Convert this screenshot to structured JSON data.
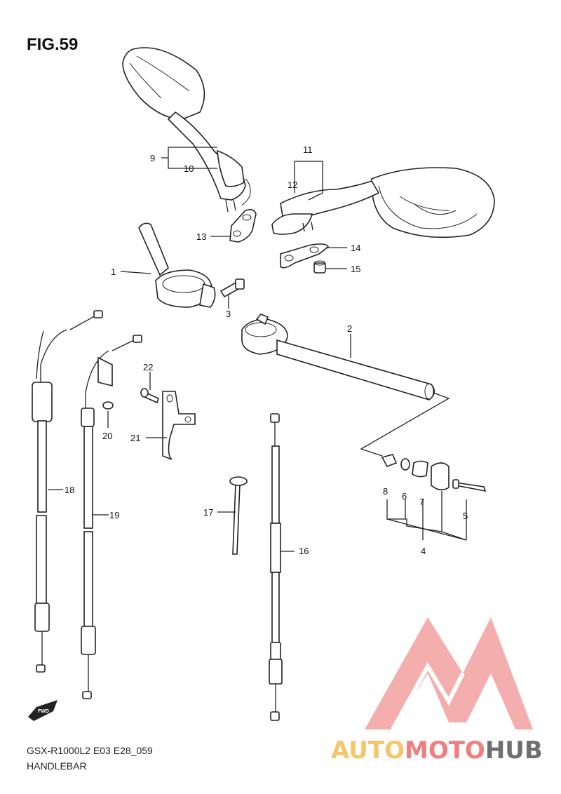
{
  "figure": {
    "title": "FIG.59",
    "model_code": "GSX-R1000L2 E03 E28_059",
    "name": "HANDLEBAR"
  },
  "callouts": [
    {
      "id": "c1",
      "label": "1"
    },
    {
      "id": "c2",
      "label": "2"
    },
    {
      "id": "c3",
      "label": "3"
    },
    {
      "id": "c4",
      "label": "4"
    },
    {
      "id": "c5",
      "label": "5"
    },
    {
      "id": "c6",
      "label": "6"
    },
    {
      "id": "c7",
      "label": "7"
    },
    {
      "id": "c8",
      "label": "8"
    },
    {
      "id": "c9",
      "label": "9"
    },
    {
      "id": "c10",
      "label": "10"
    },
    {
      "id": "c11",
      "label": "11"
    },
    {
      "id": "c12",
      "label": "12"
    },
    {
      "id": "c13",
      "label": "13"
    },
    {
      "id": "c14",
      "label": "14"
    },
    {
      "id": "c15",
      "label": "15"
    },
    {
      "id": "c16",
      "label": "16"
    },
    {
      "id": "c17",
      "label": "17"
    },
    {
      "id": "c18",
      "label": "18"
    },
    {
      "id": "c19",
      "label": "19"
    },
    {
      "id": "c20",
      "label": "20"
    },
    {
      "id": "c21",
      "label": "21"
    },
    {
      "id": "c22",
      "label": "22"
    }
  ],
  "fwd_icon_label": "FWD",
  "watermark": {
    "part1": "AUTO",
    "part2": "MOTO",
    "part3": "HUB",
    "colors": {
      "part1": "#f5c56a",
      "part2": "#f07f7f",
      "part3": "#6f6f6f",
      "logo": "#f08080"
    }
  }
}
